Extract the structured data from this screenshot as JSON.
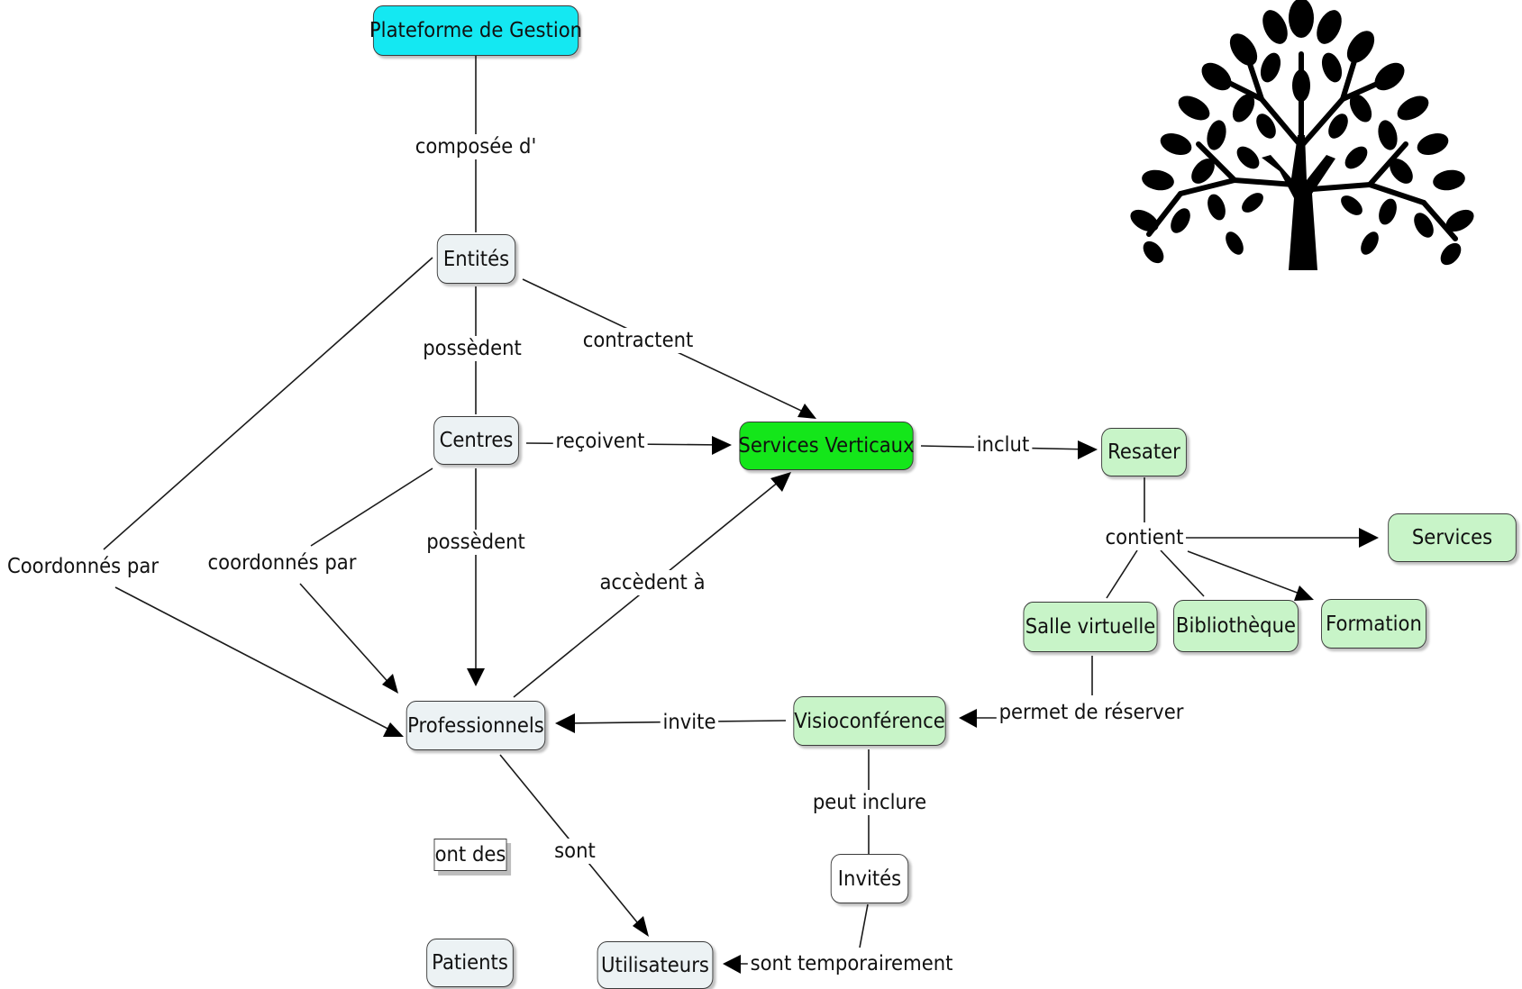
{
  "nodes": {
    "plateforme": "Plateforme de Gestion",
    "entites": "Entités",
    "centres": "Centres",
    "services_verticaux": "Services Verticaux",
    "resater": "Resater",
    "services": "Services",
    "salle_virtuelle": "Salle virtuelle",
    "bibliotheque": "Bibliothèque",
    "formation": "Formation",
    "visioconference": "Visioconférence",
    "professionnels": "Professionnels",
    "invites": "Invités",
    "ont_des": "ont des",
    "patients": "Patients",
    "utilisateurs": "Utilisateurs"
  },
  "links": {
    "composee": "composée d'",
    "possedent_1": "possèdent",
    "contractent": "contractent",
    "recoivent": "reçoivent",
    "inclut": "inclut",
    "contient": "contient",
    "coordonnes_par_1": "Coordonnés par",
    "coordonnes_par_2": "coordonnés par",
    "possedent_2": "possèdent",
    "accedent": "accèdent à",
    "permet_reserver": "permet de réserver",
    "invite": "invite",
    "peut_inclure": "peut inclure",
    "sont": "sont",
    "sont_temporairement": "sont temporairement"
  },
  "colors": {
    "root": "#14e8f2",
    "highlight": "#14e61a",
    "service": "#c8f4c8",
    "entity": "#ecf2f4"
  },
  "icons": {
    "tree": "tree-icon"
  }
}
